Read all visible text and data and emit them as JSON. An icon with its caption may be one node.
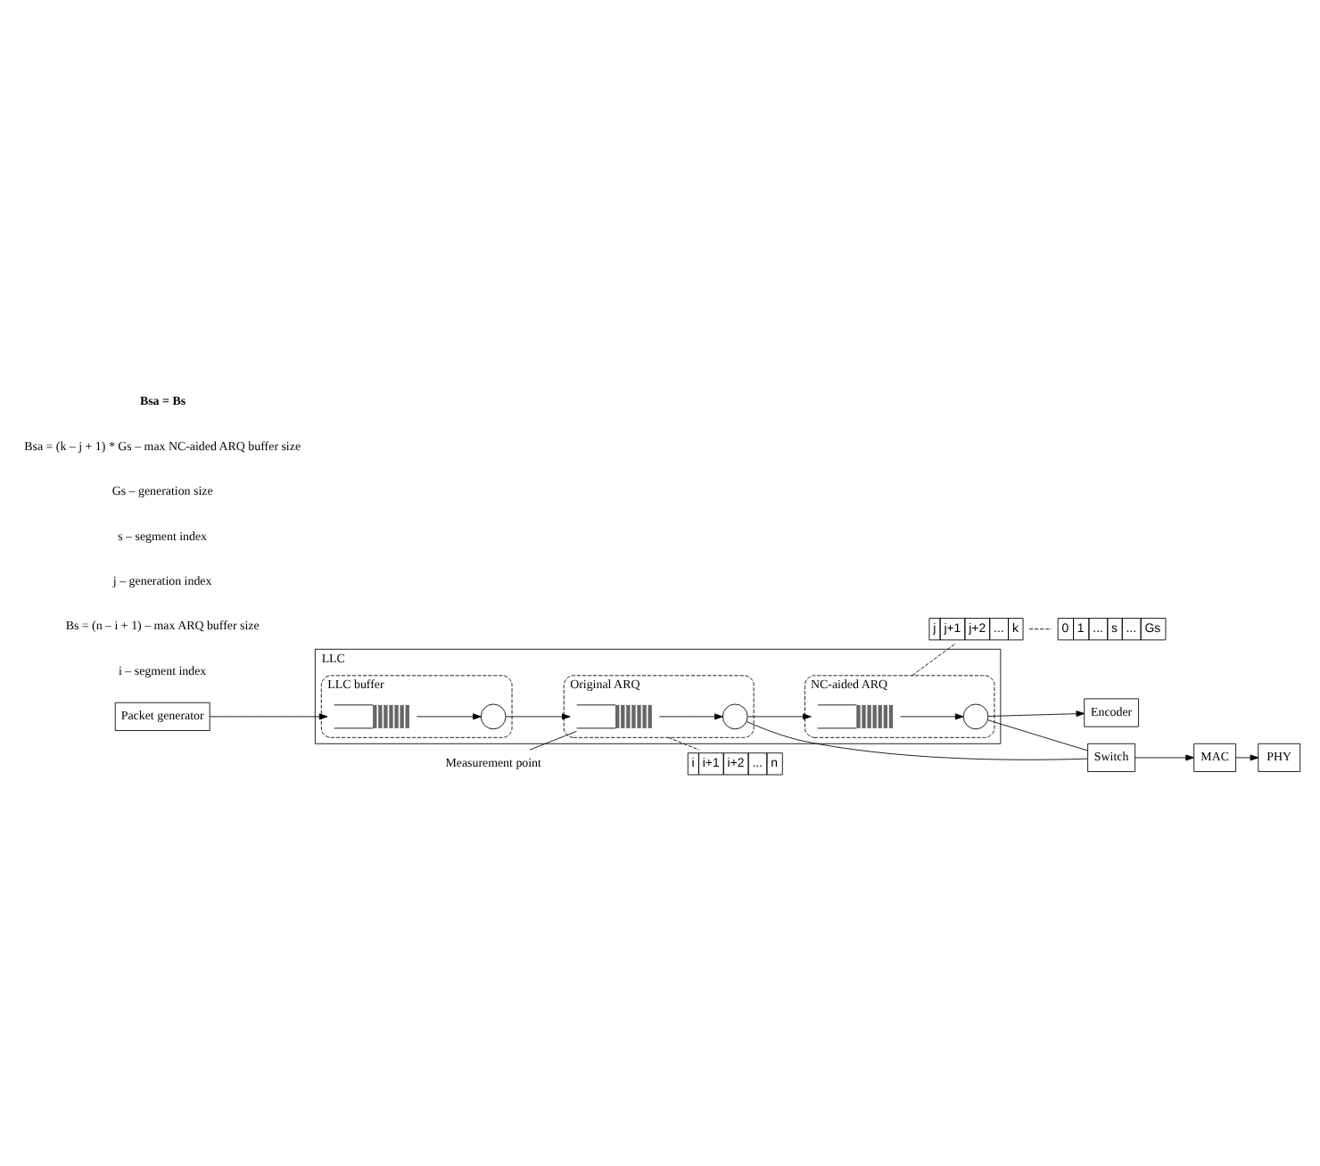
{
  "diagram": {
    "nodes": [
      {
        "text": [
          "Packet generator"
        ]
      },
      {
        "text": [
          "LLC"
        ]
      },
      {
        "text": [
          "LLC buffer"
        ],
        "in": 1
      },
      {
        "text": [],
        "shape": "queue",
        "in": 2
      },
      {
        "text": [],
        "shape": "circle",
        "in": 2
      },
      {
        "text": [
          "Original ARQ"
        ],
        "in": 1
      },
      {
        "text": [],
        "shape": "queue",
        "in": 5
      },
      {
        "text": [],
        "shape": "circle",
        "in": 5
      },
      {
        "text": [
          "NC-aided ARQ"
        ],
        "in": 1
      },
      {
        "text": [],
        "shape": "queue",
        "in": 8
      },
      {
        "text": [],
        "shape": "circle",
        "in": 8
      },
      {
        "text": [
          "Switch"
        ]
      },
      {
        "text": [
          "MAC"
        ]
      },
      {
        "text": [
          "PHY"
        ]
      },
      {
        "text": [
          "Measurement point"
        ]
      },
      {
        "text": [
          "Encoder"
        ]
      },
      {
        "text": [
          "i",
          "i+1",
          "i+2",
          "...",
          "n"
        ]
      },
      {
        "text": [
          "j",
          "j+1",
          "j+2",
          "...",
          "k"
        ]
      },
      {
        "text": [
          "0",
          "1",
          "...",
          "s",
          "...",
          "Gs"
        ]
      }
    ],
    "edges": [
      {
        "from": 0,
        "to": 3,
        "arrow": "to"
      },
      {
        "from": 3,
        "to": 4,
        "arrow": "to"
      },
      {
        "from": 4,
        "to": 6,
        "arrow": "to"
      },
      {
        "from": 6,
        "to": 7,
        "arrow": "to"
      },
      {
        "from": 7,
        "to": 9,
        "arrow": "to"
      },
      {
        "from": 9,
        "to": 10,
        "arrow": "to"
      },
      {
        "from": 7,
        "to": 11,
        "arrow": "none"
      },
      {
        "from": 10,
        "to": 11,
        "arrow": "none"
      },
      {
        "from": 11,
        "to": 12,
        "arrow": "to"
      },
      {
        "from": 12,
        "to": 13,
        "arrow": "to"
      },
      {
        "from": 14,
        "to": 6,
        "arrow": "none"
      },
      {
        "from": 10,
        "to": 15,
        "arrow": "to"
      },
      {
        "from": 5,
        "to": 16,
        "arrow": "none",
        "style": "dashed"
      },
      {
        "from": 8,
        "to": 17,
        "arrow": "none",
        "style": "dashed"
      },
      {
        "from": 17,
        "to": 18,
        "arrow": "none",
        "style": "dashed"
      }
    ],
    "labels": [
      "i – segment index",
      "Bs = (n – i + 1) – max ARQ buffer size",
      "j – generation index",
      "s – segment index",
      "Gs – generation size",
      "Bsa = (k – j + 1) * Gs – max NC-aided ARQ buffer size",
      "Bsa = Bs"
    ]
  }
}
